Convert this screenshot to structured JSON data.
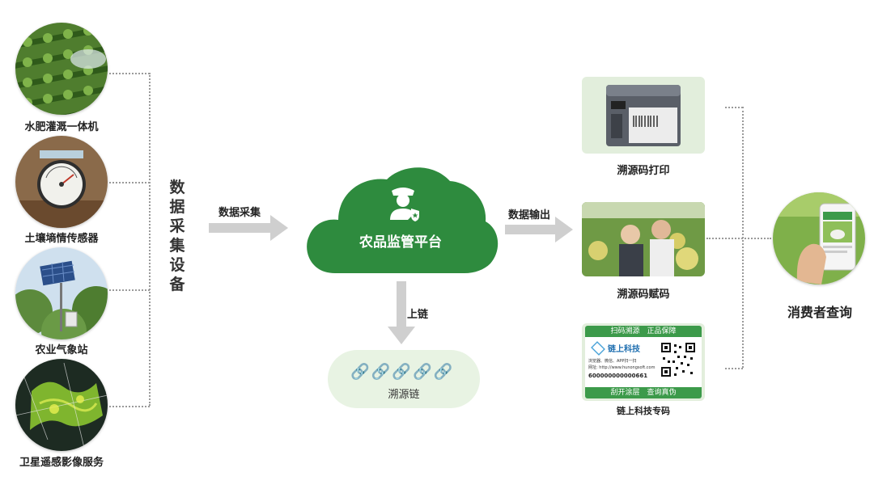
{
  "sources": {
    "title": "数据采集设备",
    "items": [
      {
        "label": "水肥灌溉一体机"
      },
      {
        "label": "土壤墒情传感器"
      },
      {
        "label": "农业气象站"
      },
      {
        "label": "卫星遥感影像服务"
      }
    ]
  },
  "flow": {
    "collect_label": "数据采集",
    "output_label": "数据输出",
    "chain_label": "上链"
  },
  "platform": {
    "title": "农品监管平台"
  },
  "blockchain": {
    "label": "溯源链"
  },
  "outputs": {
    "items": [
      {
        "label": "溯源码打印"
      },
      {
        "label": "溯源码赋码"
      },
      {
        "label": "链上科技专码"
      }
    ],
    "label_card": {
      "top_banner": "扫码溯源　正品保障",
      "brand": "链上科技",
      "desc": "浏览器、微信、APP扫一扫",
      "url_line": "网址: http://www.hunongsoft.com",
      "code_number": "600000000000661",
      "bottom_banner": "刮开涂层　查询真伪"
    }
  },
  "consumer": {
    "label": "消费者查询"
  },
  "colors": {
    "brand_green": "#2e8b3e",
    "arrow_gray": "#cfcfcf",
    "card_bg": "#e2eedc",
    "chain_bg": "#e8f3e3"
  }
}
